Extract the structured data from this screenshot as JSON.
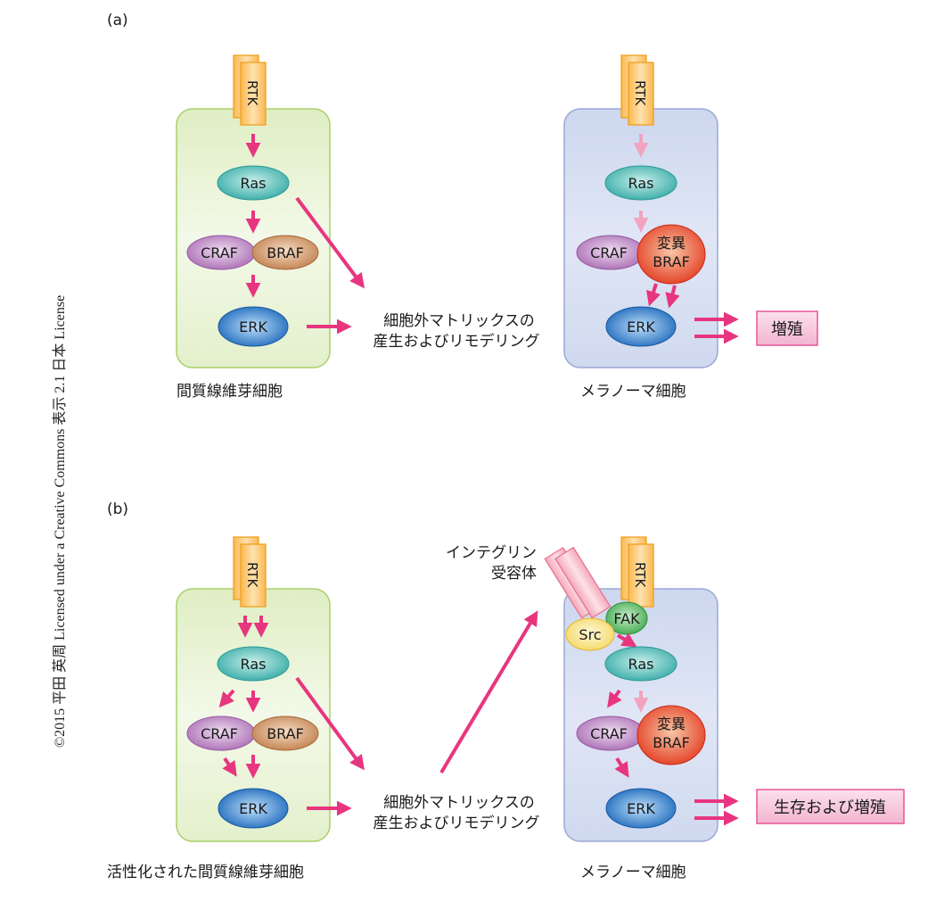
{
  "copyright": "©2015 平田 英周 Licensed under a Creative Commons 表示 2.1 日本 License",
  "colors": {
    "arrow_strong": "#e8357f",
    "arrow_weak": "#f2a3c0",
    "fibroblast_fill": "#e7f2d2",
    "fibroblast_border": "#a9d06a",
    "melanoma_fill": "#d3dcf0",
    "melanoma_border": "#9aa8d6",
    "rtk_fill": "#fcc770",
    "rtk_border": "#f0a020",
    "ras": "#3fb5b0",
    "craf": "#b97fc0",
    "braf": "#c98f5e",
    "braf_mutant": "#e8452a",
    "erk": "#1d6fc2",
    "fak": "#4fb45c",
    "src": "#f6df7c",
    "integrin": "#f6c0cc",
    "outcome_box": "#f7c8dd"
  },
  "panels": [
    {
      "label": "(a)",
      "fibroblast": {
        "caption": "間質線維芽細胞",
        "rtk": "RTK",
        "ras": "Ras",
        "craf": "CRAF",
        "braf": "BRAF",
        "erk": "ERK"
      },
      "ecm_text": [
        "細胞外マトリックスの",
        "産生およびリモデリング"
      ],
      "melanoma": {
        "caption": "メラノーマ細胞",
        "rtk": "RTK",
        "ras": "Ras",
        "craf": "CRAF",
        "braf": [
          "変異",
          "BRAF"
        ],
        "erk": "ERK"
      },
      "outcome": "増殖"
    },
    {
      "label": "(b)",
      "fibroblast": {
        "caption": "活性化された間質線維芽細胞",
        "rtk": "RTK",
        "ras": "Ras",
        "craf": "CRAF",
        "braf": "BRAF",
        "erk": "ERK"
      },
      "ecm_text": [
        "細胞外マトリックスの",
        "産生およびリモデリング"
      ],
      "integrin_label": [
        "インテグリン",
        "受容体"
      ],
      "melanoma": {
        "caption": "メラノーマ細胞",
        "rtk": "RTK",
        "fak": "FAK",
        "src": "Src",
        "ras": "Ras",
        "craf": "CRAF",
        "braf": [
          "変異",
          "BRAF"
        ],
        "erk": "ERK"
      },
      "outcome": "生存および増殖"
    }
  ]
}
